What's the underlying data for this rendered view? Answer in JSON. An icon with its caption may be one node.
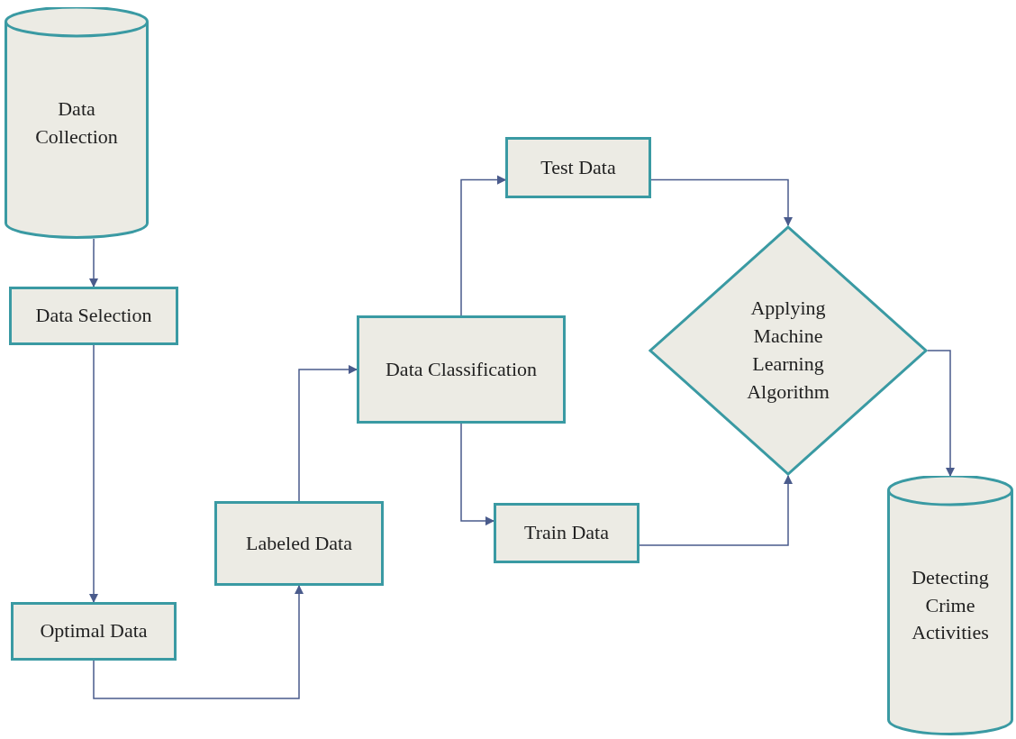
{
  "diagram": {
    "nodes": [
      {
        "text": [
          "Data Collection"
        ]
      },
      {
        "text": [
          "Data Selection"
        ]
      },
      {
        "text": [
          "Optimal Data"
        ]
      },
      {
        "text": [
          "Labeled Data"
        ]
      },
      {
        "text": [
          "Data Classification"
        ]
      },
      {
        "text": [
          "Test Data"
        ]
      },
      {
        "text": [
          "Train Data"
        ]
      },
      {
        "text": [
          "Applying Machine Learning Algorithm"
        ]
      },
      {
        "text": [
          "Detecting Crime Activities"
        ]
      }
    ],
    "edges": [
      {
        "from": 0,
        "to": 1,
        "arrow": "to"
      },
      {
        "from": 1,
        "to": 2,
        "arrow": "to"
      },
      {
        "from": 2,
        "to": 3,
        "arrow": "to"
      },
      {
        "from": 3,
        "to": 4,
        "arrow": "to"
      },
      {
        "from": 4,
        "to": 5,
        "arrow": "to"
      },
      {
        "from": 4,
        "to": 6,
        "arrow": "to"
      },
      {
        "from": 5,
        "to": 7,
        "arrow": "to"
      },
      {
        "from": 6,
        "to": 7,
        "arrow": "to"
      },
      {
        "from": 7,
        "to": 8,
        "arrow": "to"
      }
    ]
  }
}
